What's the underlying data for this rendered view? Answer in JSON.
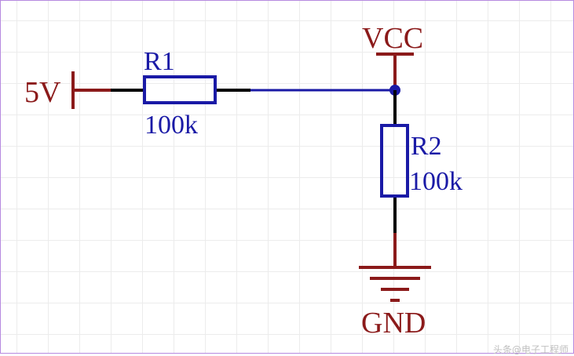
{
  "schematic": {
    "source_label": "5V",
    "power_label": "VCC",
    "ground_label": "GND",
    "resistors": [
      {
        "designator": "R1",
        "value": "100k"
      },
      {
        "designator": "R2",
        "value": "100k"
      }
    ]
  },
  "colors": {
    "power_symbol": "#8b1a1a",
    "component": "#1a1aa6",
    "wire": "#1a1aa6",
    "pin": "#000000",
    "grid": "#ececec",
    "border": "#b68ae0"
  },
  "watermark": "头条@电子工程师"
}
